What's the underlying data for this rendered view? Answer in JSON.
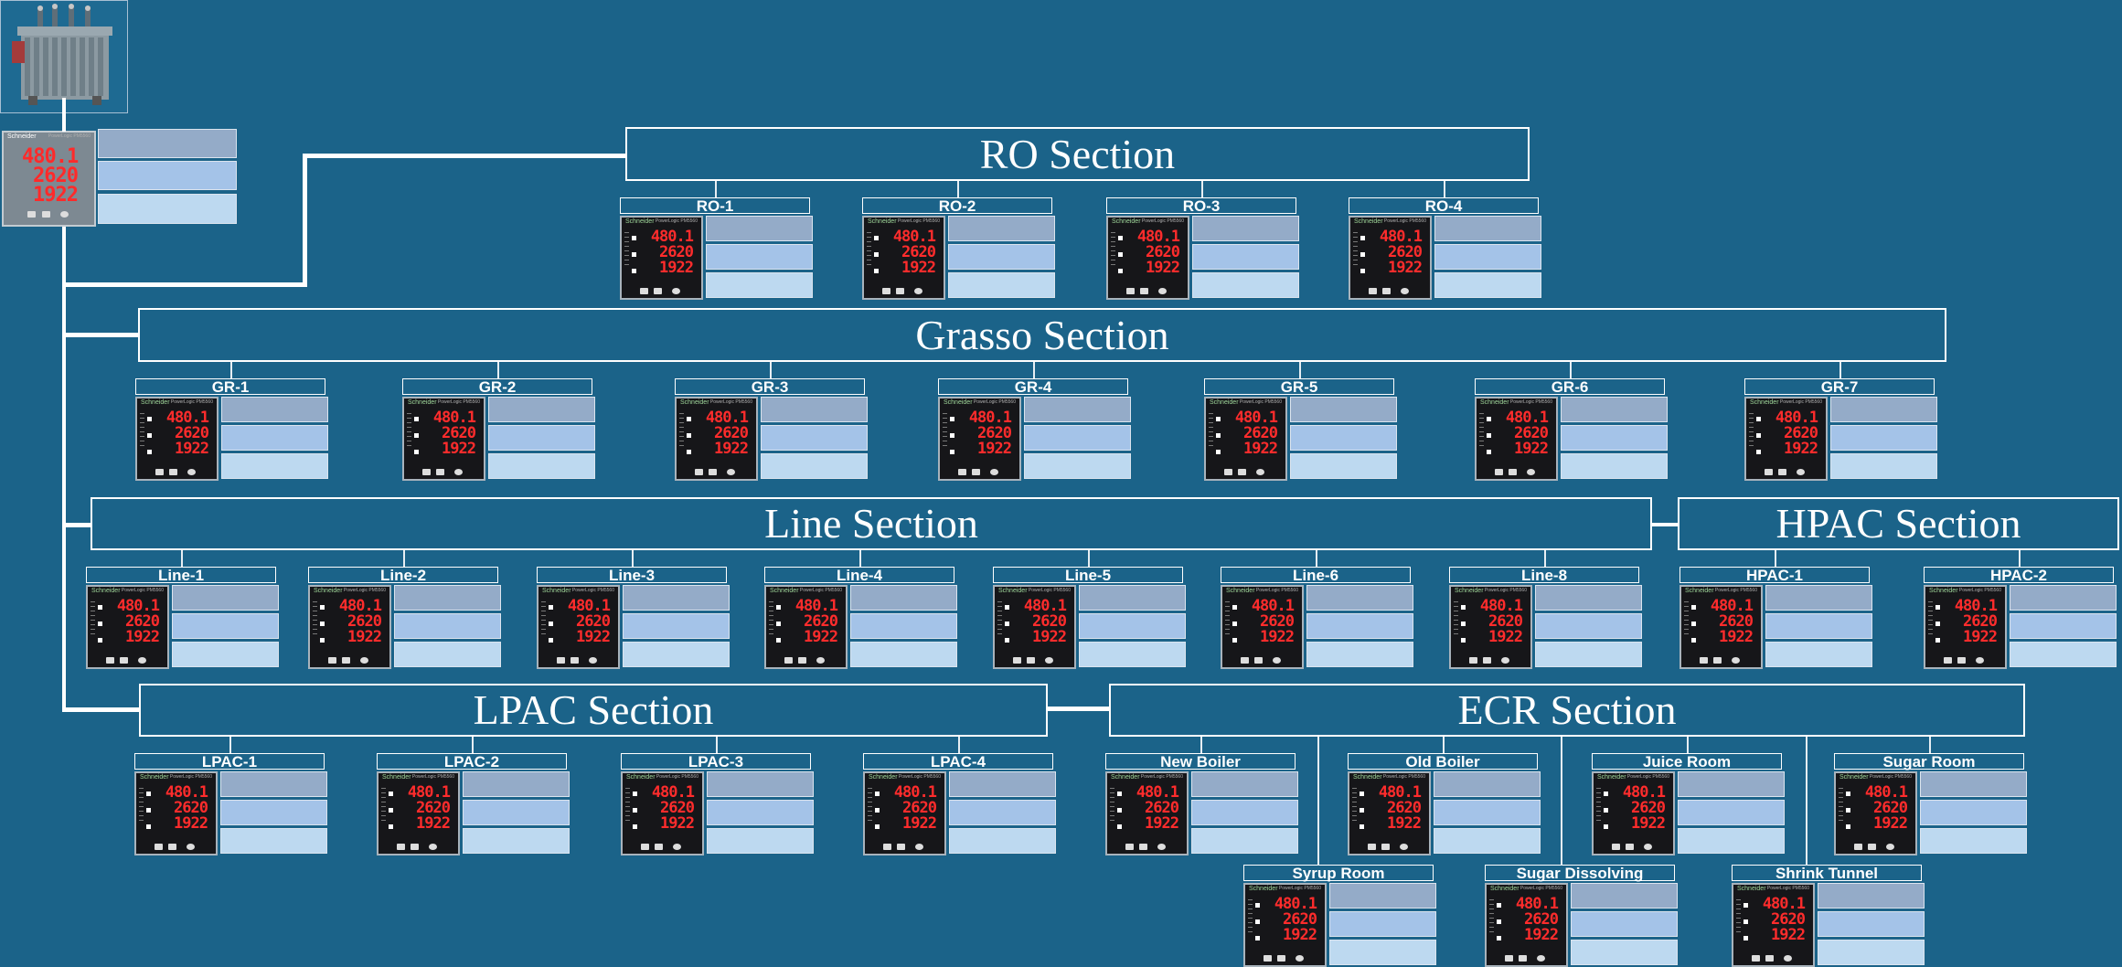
{
  "sections": {
    "ro": "RO Section",
    "grasso": "Grasso Section",
    "line": "Line Section",
    "hpac": "HPAC Section",
    "lpac": "LPAC Section",
    "ecr": "ECR Section"
  },
  "meter_display": {
    "brand": "Schneider",
    "model": "PowerLogic PM5560",
    "line1": "480.1",
    "line2": "2620",
    "line3": "1922"
  },
  "ro_units": [
    "RO-1",
    "RO-2",
    "RO-3",
    "RO-4"
  ],
  "grasso_units": [
    "GR-1",
    "GR-2",
    "GR-3",
    "GR-4",
    "GR-5",
    "GR-6",
    "GR-7"
  ],
  "line_units": [
    "Line-1",
    "Line-2",
    "Line-3",
    "Line-4",
    "Line-5",
    "Line-6",
    "Line-8"
  ],
  "hpac_units": [
    "HPAC-1",
    "HPAC-2"
  ],
  "lpac_units": [
    "LPAC-1",
    "LPAC-2",
    "LPAC-3",
    "LPAC-4"
  ],
  "ecr_units_top": [
    "New Boiler",
    "Old Boiler",
    "Juice Room",
    "Sugar Room"
  ],
  "ecr_units_bottom": [
    "Syrup Room",
    "Sugar Dissolving",
    "Shrink Tunnel"
  ],
  "colors": {
    "background": "#1b6389",
    "value_bar_1": "#94abc8",
    "value_bar_2": "#a4c3e8",
    "value_bar_3": "#bdd9f0",
    "meter_digits": "#ff2c2c"
  },
  "icons": {
    "transformer": "transformer-icon",
    "meter": "power-meter-icon"
  }
}
